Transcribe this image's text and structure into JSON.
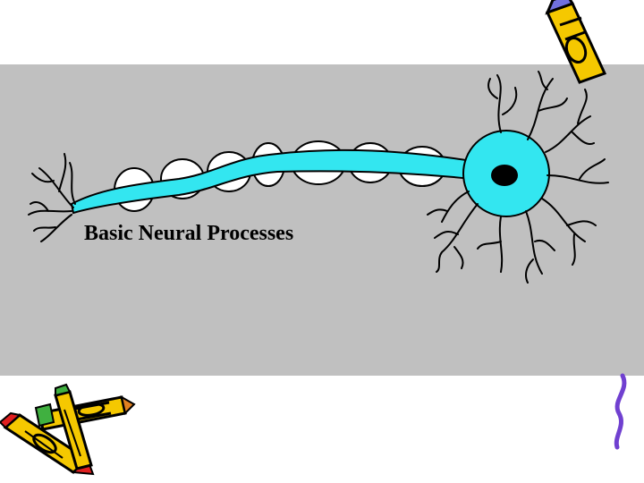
{
  "slide": {
    "title": "Basic Neural Processes"
  },
  "colors": {
    "background": "#ffffff",
    "panel": "#c0c0c0",
    "axon": "#33e6f0",
    "myelin": "#ffffff",
    "nucleus": "#000000",
    "pencil_body": "#f5c800",
    "pencil_accent": "#e02020",
    "eraser": "#7070e0",
    "squiggle": "#7040d0"
  },
  "icons": [
    "neuron-illustration",
    "pencil-clipart",
    "pencils-clipart",
    "purple-squiggle"
  ]
}
